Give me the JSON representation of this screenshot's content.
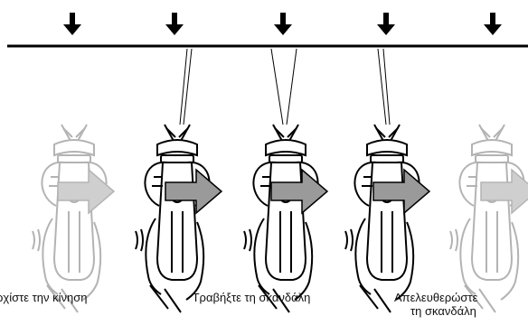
{
  "captions": {
    "start": "ρχίστε την κίνηση",
    "pull": "Τραβήξτε τη σκανδάλη",
    "release_line1": "Απελευθερώστε",
    "release_line2": "τη σκανδάλη"
  },
  "frames": [
    {
      "id": "frame-1",
      "state": "faded",
      "spray_beam": "none"
    },
    {
      "id": "frame-2",
      "state": "solid",
      "spray_beam": "narrow"
    },
    {
      "id": "frame-3",
      "state": "solid",
      "spray_beam": "wide"
    },
    {
      "id": "frame-4",
      "state": "solid",
      "spray_beam": "narrow"
    },
    {
      "id": "frame-5",
      "state": "faded",
      "spray_beam": "none"
    }
  ],
  "colors": {
    "line": "#000000",
    "faded": "#b3b3b3",
    "arrow_fill": "#9a9a9a",
    "arrow_fill_faded": "#cfcfcf"
  }
}
